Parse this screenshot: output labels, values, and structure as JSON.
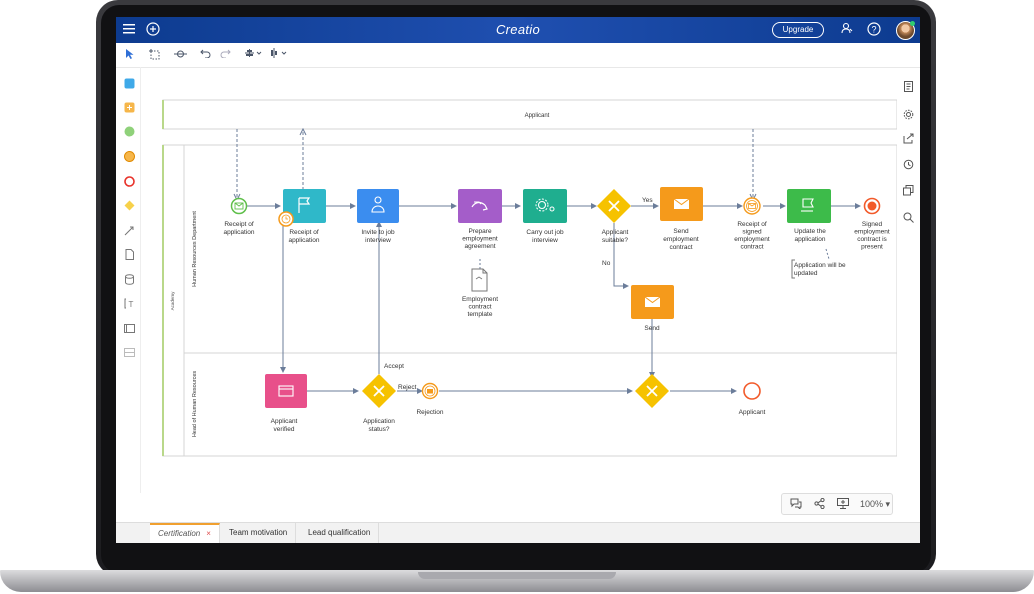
{
  "app": {
    "logo": "Creatio",
    "upgrade_label": "Upgrade"
  },
  "topbar_icons": [
    "hamburger-icon",
    "add-circle-icon",
    "user-icon",
    "help-icon"
  ],
  "toolbar_icons": [
    "pointer-icon",
    "select-area-icon",
    "connect-icon",
    "undo-icon",
    "redo-icon",
    "align-icon",
    "distribute-icon"
  ],
  "palette_items": [
    "task",
    "subprocess",
    "start-event",
    "intermediate-event",
    "end-event",
    "gateway",
    "flow",
    "data-object",
    "data-store",
    "text-annotation",
    "pool",
    "lane"
  ],
  "diagram": {
    "pool_label": "Applicant",
    "system_label": "Academy",
    "lanes": [
      "Human Resources Department",
      "Head of Human Resources"
    ],
    "nodes": {
      "start_receipt": "Receipt of application",
      "task_receipt": "Receipt of application",
      "task_invite": "Invite to job interview",
      "task_prepare": "Prepare employment agreement",
      "task_carry": "Carry out job interview",
      "gw_suitable": "Applicant suitable?",
      "task_send_contract": "Send employment contract",
      "event_signed": "Receipt of signed employment contract",
      "task_update": "Update the application",
      "end_signed": "Signed employment contract is present",
      "task_send": "Send",
      "data_template": "Employment contract template",
      "note_update": "Application will be updated",
      "task_verified": "Applicant verified",
      "gw_status": "Application status?",
      "event_rejection": "Rejection",
      "end_applicant": "Applicant"
    },
    "flow_labels": {
      "yes": "Yes",
      "no": "No",
      "accept": "Accept",
      "reject": "Reject"
    }
  },
  "bottom_controls": {
    "zoom": "100%"
  },
  "tabs": [
    {
      "label": "Certification",
      "active": true,
      "close": "×"
    },
    {
      "label": "Team motivation",
      "active": false
    },
    {
      "label": "Lead qualification",
      "active": false
    }
  ],
  "colors": {
    "topbar": "#0d3b8f",
    "task_blue": "#3b8def",
    "task_teal": "#2fb8c9",
    "task_purple": "#a45dc9",
    "task_green": "#1fae8f",
    "task_orange": "#f59a1b",
    "task_lime": "#3dbb4a",
    "task_pink": "#e8508a",
    "gateway": "#f6c200",
    "end_event": "#f25a2a",
    "start_event": "#5fbf4a",
    "lane_border": "#b9d88a"
  }
}
